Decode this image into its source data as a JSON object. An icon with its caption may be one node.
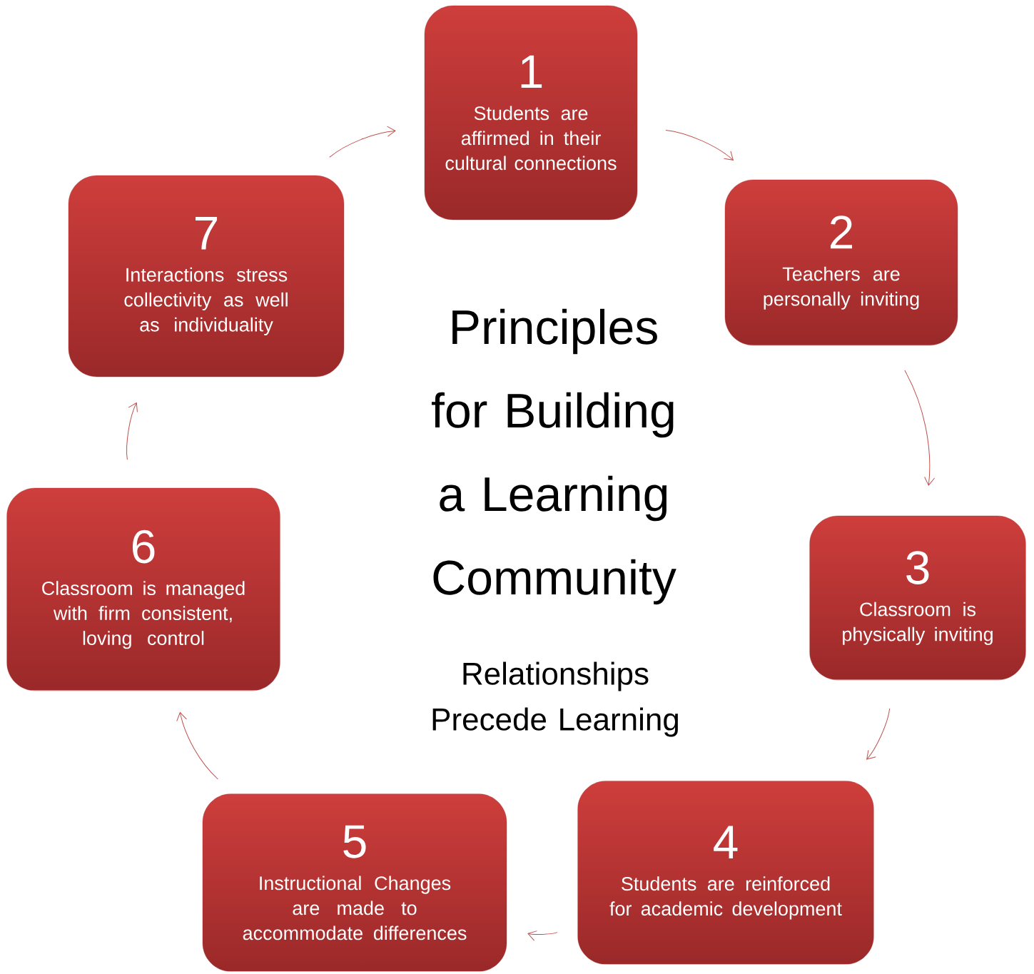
{
  "diagram": {
    "title": "Principles for Building a Learning Community",
    "caption": "Relationships Precede Learning",
    "nodes": [
      {
        "text": [
          "1",
          "Students are affirmed in their cultural connections"
        ]
      },
      {
        "text": [
          "2",
          "Teachers are personally inviting"
        ]
      },
      {
        "text": [
          "3",
          "Classroom is physically inviting"
        ]
      },
      {
        "text": [
          "4",
          "Students are reinforced for academic development"
        ]
      },
      {
        "text": [
          "5",
          "Instructional Changes are made to accommodate differences"
        ]
      },
      {
        "text": [
          "6",
          "Classroom is managed with firm consistent, loving control"
        ]
      },
      {
        "text": [
          "7",
          "Interactions stress collectivity as well as individuality"
        ]
      }
    ],
    "edges": [
      {
        "from": 0,
        "to": 1,
        "arrow": "to"
      },
      {
        "from": 1,
        "to": 2,
        "arrow": "to"
      },
      {
        "from": 2,
        "to": 3,
        "arrow": "to"
      },
      {
        "from": 3,
        "to": 4,
        "arrow": "to"
      },
      {
        "from": 4,
        "to": 5,
        "arrow": "to"
      },
      {
        "from": 5,
        "to": 6,
        "arrow": "to"
      },
      {
        "from": 6,
        "to": 0,
        "arrow": "to"
      }
    ]
  }
}
